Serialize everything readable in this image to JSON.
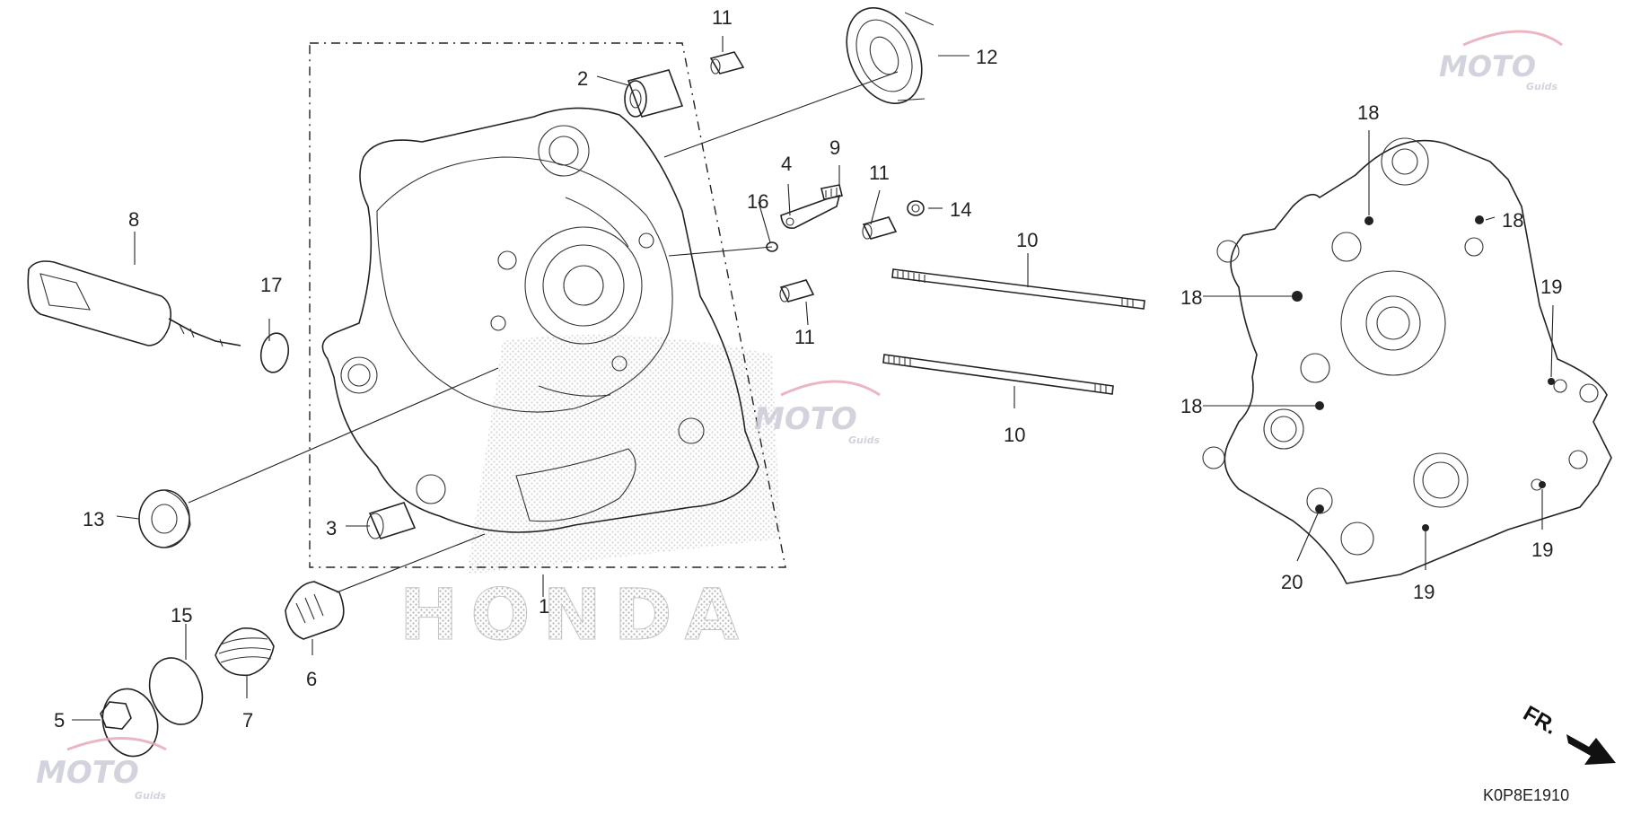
{
  "diagram_code": "K0P8E1910",
  "brand_background": "HONDA",
  "watermark": {
    "brand": "MOTO",
    "sub": "Guids",
    "color": "#c9c9d6",
    "accent": "#e6a4b4"
  },
  "direction_label": "FR.",
  "callouts": {
    "c1": "1",
    "c2": "2",
    "c3": "3",
    "c4": "4",
    "c5": "5",
    "c6": "6",
    "c7": "7",
    "c8": "8",
    "c9": "9",
    "c10a": "10",
    "c10b": "10",
    "c11a": "11",
    "c11b": "11",
    "c11c": "11",
    "c12": "12",
    "c13": "13",
    "c14": "14",
    "c15": "15",
    "c16": "16",
    "c17": "17",
    "c18a": "18",
    "c18b": "18",
    "c18c": "18",
    "c18d": "18",
    "c19a": "19",
    "c19b": "19",
    "c19c": "19",
    "c20": "20"
  }
}
